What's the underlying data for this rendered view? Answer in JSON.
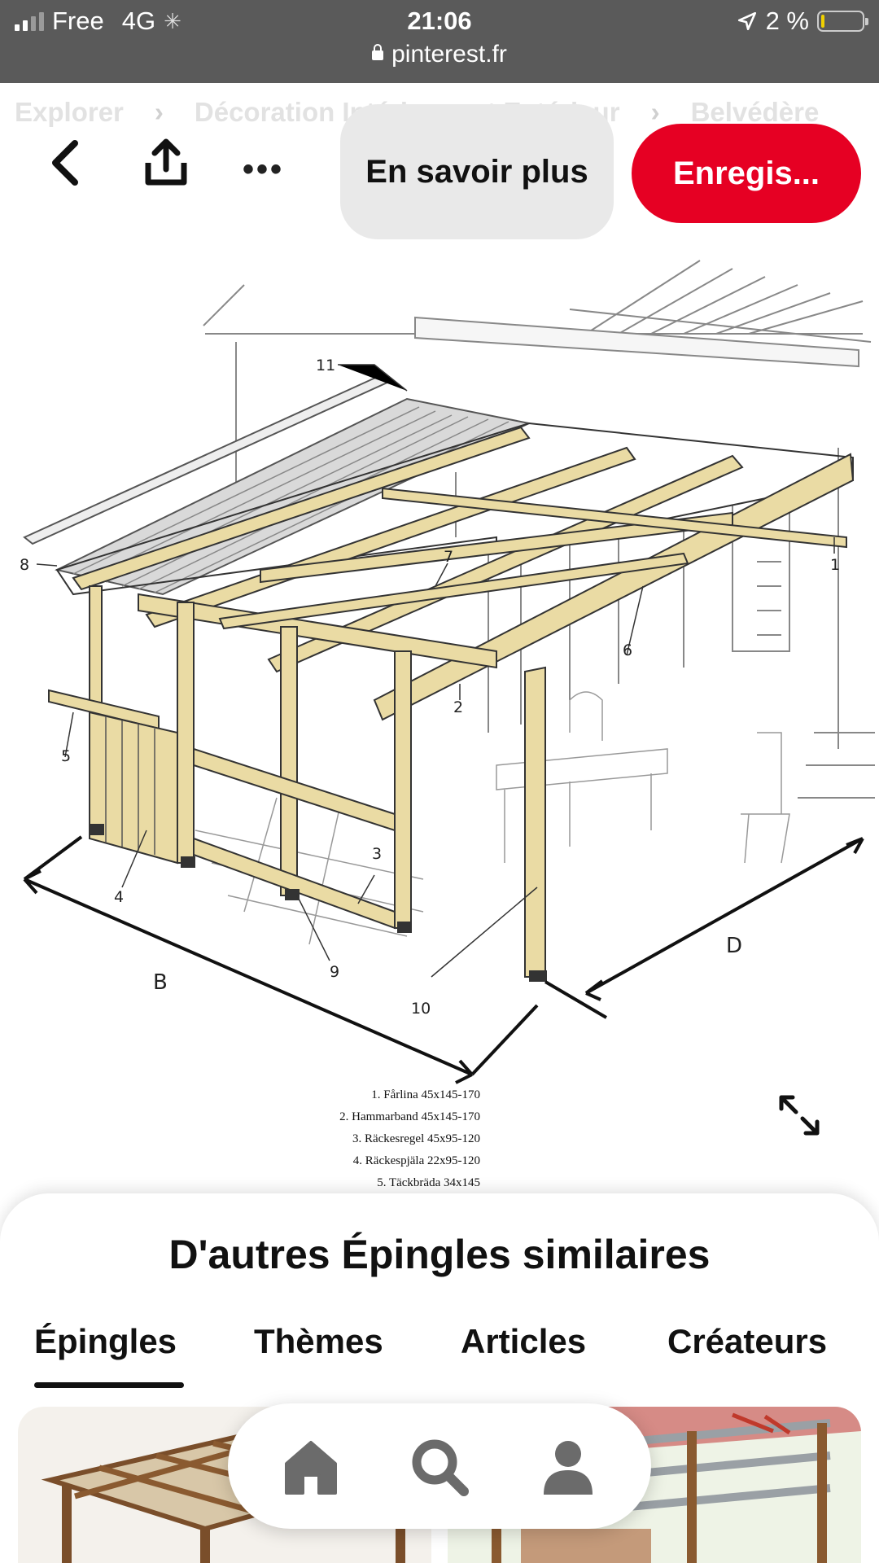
{
  "status_bar": {
    "carrier": "Free",
    "network": "4G",
    "time": "21:06",
    "battery": "2 %",
    "url": "pinterest.fr"
  },
  "breadcrumbs": [
    "Explorer",
    "Décoration Intérieure et Extérieur",
    "Belvédère"
  ],
  "toolbar": {
    "back_icon": "chevron-left-icon",
    "share_icon": "share-icon",
    "more_label": "•••",
    "learn_more_label": "En savoir plus",
    "save_label": "Enregis..."
  },
  "pin": {
    "callouts": [
      "11",
      "8",
      "7",
      "1",
      "6",
      "5",
      "2",
      "3",
      "4",
      "9",
      "10",
      "B",
      "D"
    ],
    "legend": [
      "1. Fårlina 45x145-170",
      "2. Hammarband 45x145-170",
      "3. Räckesregel 45x95-120",
      "4. Räckespjäla 22x95-120",
      "5. Täckbräda 34x145"
    ],
    "expand_icon": "expand-icon"
  },
  "similar": {
    "title": "D'autres Épingles similaires",
    "tabs": [
      "Épingles",
      "Thèmes",
      "Articles",
      "Créateurs"
    ],
    "active_tab": 0
  },
  "bottom_nav": {
    "items": [
      "home-icon",
      "search-icon",
      "profile-icon"
    ]
  },
  "colors": {
    "status_bg": "#5a5a5a",
    "save_red": "#e60023",
    "learn_more_bg": "#e9e9e9",
    "wood": "#e8d9a0"
  }
}
